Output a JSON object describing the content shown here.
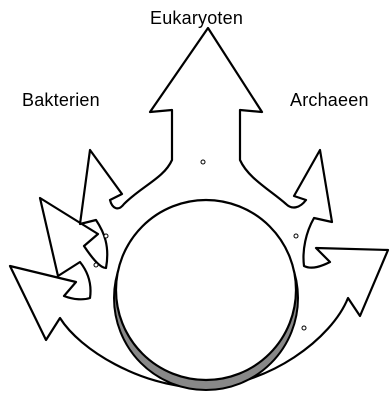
{
  "diagram": {
    "title": "",
    "labels": {
      "top": "Eukaryoten",
      "left": "Bakterien",
      "right": "Archaeen"
    },
    "colors": {
      "stroke": "#000000",
      "fill": "#ffffff",
      "cell_rim": "#777777"
    }
  }
}
